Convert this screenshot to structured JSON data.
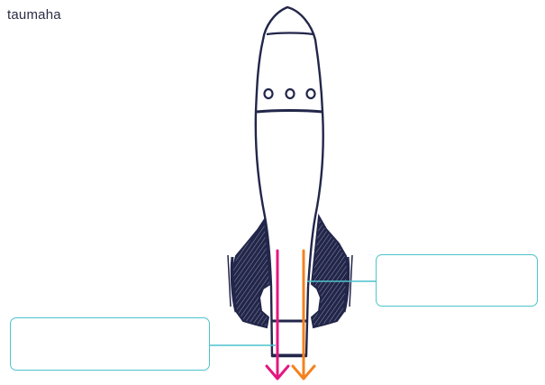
{
  "header": {
    "label": "taumaha"
  },
  "colors": {
    "rocket_ink": "#22264a",
    "arrow_magenta": "#e4177f",
    "arrow_orange": "#f4821f",
    "box_border": "#4cc3cd"
  },
  "label_boxes": [
    {
      "id": "right",
      "text": ""
    },
    {
      "id": "left",
      "text": ""
    }
  ],
  "icons": {
    "rocket": "rocket-sketch",
    "force_arrows": [
      "magenta-down-arrow",
      "orange-down-arrow"
    ]
  }
}
